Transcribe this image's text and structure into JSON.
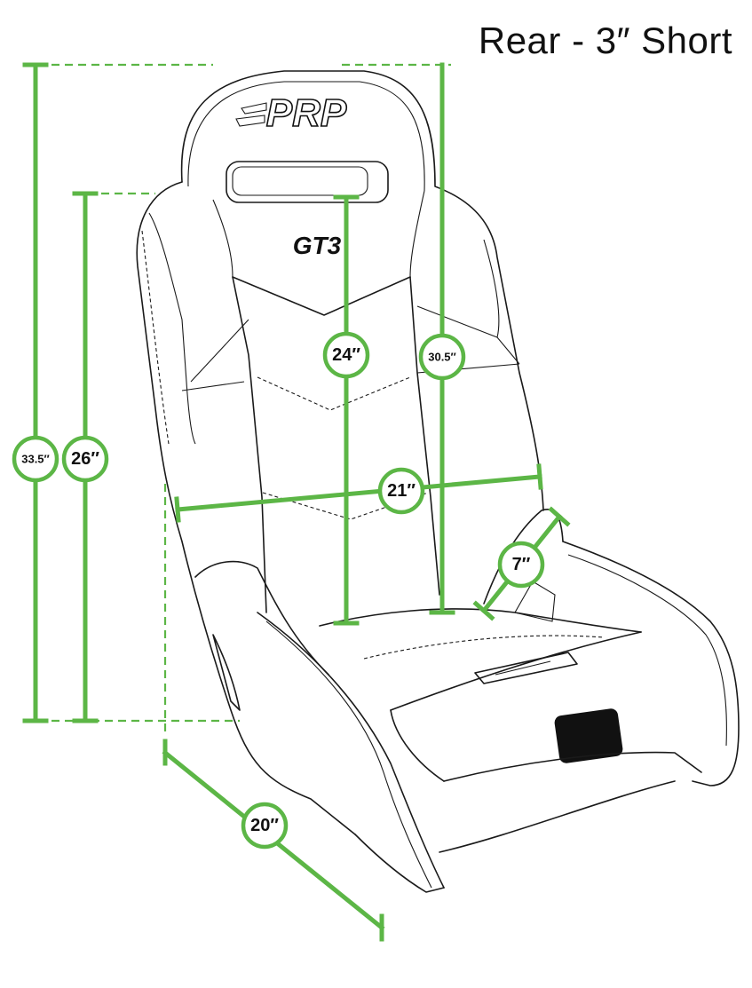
{
  "title": "Rear - 3″ Short",
  "accent_color": "#5cb646",
  "logo": {
    "brand": "PRP",
    "model": "GT3"
  },
  "dimensions": [
    {
      "id": "overall-height-outer",
      "label": "33.5″"
    },
    {
      "id": "overall-height-inner",
      "label": "26″"
    },
    {
      "id": "back-height-center",
      "label": "24″"
    },
    {
      "id": "back-height-full",
      "label": "30.5″"
    },
    {
      "id": "shoulder-width",
      "label": "21″"
    },
    {
      "id": "side-bolster",
      "label": "7″"
    },
    {
      "id": "seat-depth",
      "label": "20″"
    }
  ]
}
